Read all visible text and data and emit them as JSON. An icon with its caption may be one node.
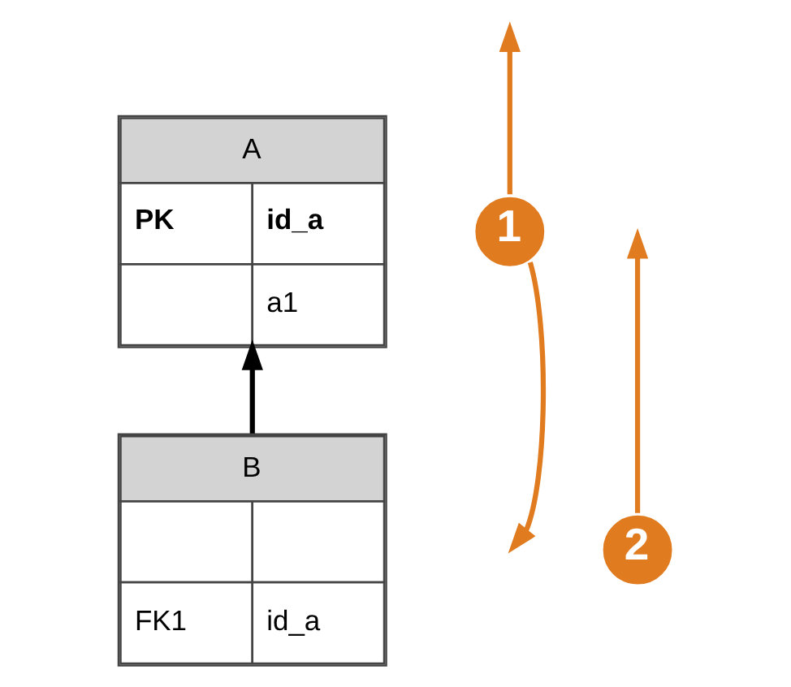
{
  "diagram": {
    "nodes": [
      {
        "text": [
          "A",
          "PK",
          "id_a",
          "a1"
        ]
      },
      {
        "text": [
          "B",
          "FK1",
          "id_a"
        ]
      },
      {
        "text": [
          "1"
        ]
      },
      {
        "text": [
          "2"
        ]
      }
    ],
    "edges": [
      {
        "from": 1,
        "to": 0,
        "arrow": "to",
        "color": "#000000"
      },
      {
        "from": 2,
        "to": null,
        "arrow": "to"
      },
      {
        "from": 2,
        "to": null,
        "arrow": "to"
      },
      {
        "from": 3,
        "to": null,
        "arrow": "to"
      }
    ]
  }
}
